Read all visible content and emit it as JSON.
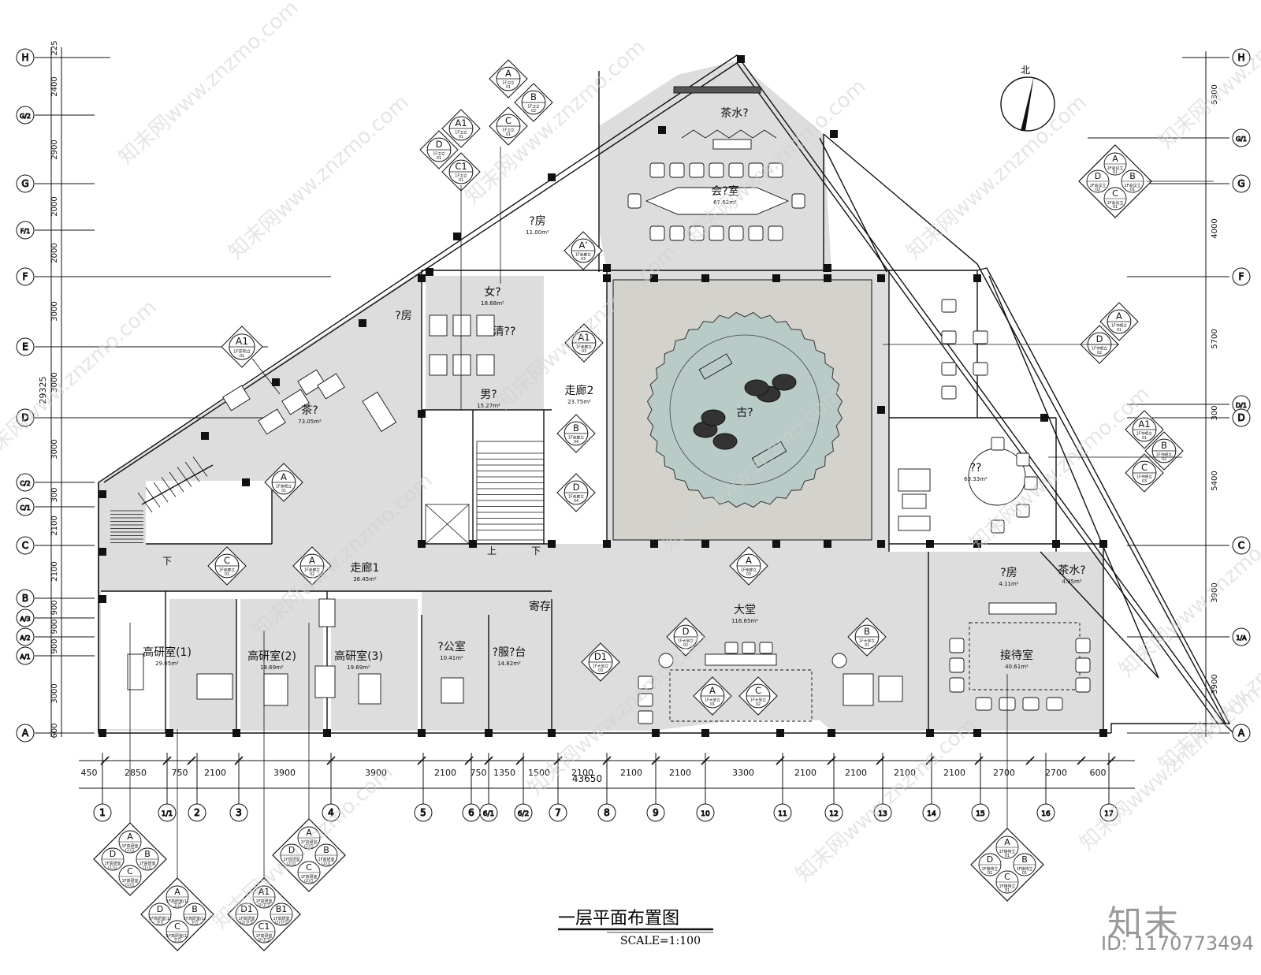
{
  "title": "一层平面布置图",
  "scale": "SCALE=1:100",
  "watermark": {
    "brand": "知末",
    "id": "ID: 1170773494",
    "site_text": "知末网www.znzmo.com"
  },
  "north_label": "北",
  "grid_rows": [
    "H",
    "G/2",
    "G",
    "F/1",
    "F",
    "E",
    "D",
    "C/2",
    "C/1",
    "C",
    "B",
    "A/3",
    "A/2",
    "A/1",
    "A"
  ],
  "grid_rows_right": [
    "H",
    "G/1",
    "G",
    "F",
    "D/1",
    "D",
    "C",
    "1/A",
    "A"
  ],
  "grid_cols": [
    "1",
    "1/1",
    "2",
    "3",
    "4",
    "5",
    "6",
    "6/1",
    "6/2",
    "7",
    "8",
    "9",
    "10",
    "11",
    "12",
    "13",
    "14",
    "15",
    "16",
    "17"
  ],
  "dims_left": [
    "225",
    "2400",
    "2900",
    "2000",
    "2000",
    "3000",
    "3000",
    "3000",
    "300",
    "2100",
    "2100",
    "900",
    "900",
    "900",
    "3000",
    "600"
  ],
  "dims_left_total": "29325",
  "dims_right": [
    "5300",
    "4000",
    "5700",
    "300",
    "5400",
    "3900",
    "3900"
  ],
  "dims_bottom": [
    "450",
    "2850",
    "750",
    "2100",
    "3900",
    "3900",
    "2100",
    "750",
    "1350",
    "1500",
    "2100",
    "2100",
    "2100",
    "3300",
    "2100",
    "2100",
    "2100",
    "2100",
    "2700",
    "2700",
    "600"
  ],
  "dims_bottom_total": "43650",
  "rooms": [
    {
      "name": "茶水?",
      "area": ""
    },
    {
      "name": "会?室",
      "area": "67.62m²"
    },
    {
      "name": "?房",
      "area": "11.00m²"
    },
    {
      "name": "女?",
      "area": "18.68m²"
    },
    {
      "name": "清??",
      "area": ""
    },
    {
      "name": "男?",
      "area": "15.27m²"
    },
    {
      "name": "走廊2",
      "area": "23.75m²"
    },
    {
      "name": "?房",
      "area": ""
    },
    {
      "name": "茶?",
      "area": "73.05m²"
    },
    {
      "name": "古?",
      "area": ""
    },
    {
      "name": "??",
      "area": "63.33m²"
    },
    {
      "name": "走廊1",
      "area": "36.45m²"
    },
    {
      "name": "大堂",
      "area": "116.65m²"
    },
    {
      "name": "高研室(1)",
      "area": "29.05m²"
    },
    {
      "name": "高研室(2)",
      "area": "19.69m²"
    },
    {
      "name": "高研室(3)",
      "area": "19.69m²"
    },
    {
      "name": "?公室",
      "area": "10.41m²"
    },
    {
      "name": "?服?台",
      "area": "14.82m²"
    },
    {
      "name": "寄存",
      "area": ""
    },
    {
      "name": "?房",
      "area": "4.11m²"
    },
    {
      "name": "茶水?",
      "area": "4.35m²"
    },
    {
      "name": "接待室",
      "area": "40.61m²"
    }
  ],
  "stair_labels": [
    "下",
    "上",
    "下"
  ],
  "markers": [
    {
      "t": "A",
      "l": "1F卫立",
      "n": "01"
    },
    {
      "t": "B",
      "l": "1F卫立",
      "n": "02"
    },
    {
      "t": "C",
      "l": "1F卫立",
      "n": "01"
    },
    {
      "t": "A1",
      "l": "1F卫立",
      "n": "01"
    },
    {
      "t": "D",
      "l": "1F卫立",
      "n": "01"
    },
    {
      "t": "C1",
      "l": "1F卫立",
      "n": "01"
    },
    {
      "t": "A",
      "l": "1F会议立",
      "n": "01"
    },
    {
      "t": "D",
      "l": "1F会议立",
      "n": "02"
    },
    {
      "t": "B",
      "l": "1F会议立",
      "n": "01"
    },
    {
      "t": "C",
      "l": "1F会议立",
      "n": "01"
    },
    {
      "t": "A'",
      "l": "1F走廊立",
      "n": "03"
    },
    {
      "t": "A1",
      "l": "1F茶吧立",
      "n": "01"
    },
    {
      "t": "A1",
      "l": "1F走廊立",
      "n": "03"
    },
    {
      "t": "B",
      "l": "1F走廊立",
      "n": "04"
    },
    {
      "t": "D",
      "l": "1F走廊立",
      "n": "04"
    },
    {
      "t": "A",
      "l": "1F茶吧立",
      "n": "01"
    },
    {
      "t": "A",
      "l": "1F书吧立",
      "n": "01"
    },
    {
      "t": "D",
      "l": "1F书吧立",
      "n": "02"
    },
    {
      "t": "A1",
      "l": "1F书吧立",
      "n": "01"
    },
    {
      "t": "B",
      "l": "1F书吧立",
      "n": "02"
    },
    {
      "t": "C",
      "l": "1F书吧立",
      "n": "03"
    },
    {
      "t": "C",
      "l": "1F走廊立",
      "n": "01"
    },
    {
      "t": "A",
      "l": "1F走廊立",
      "n": "02"
    },
    {
      "t": "A",
      "l": "1F走廊立",
      "n": "03"
    },
    {
      "t": "D",
      "l": "1F大堂立",
      "n": "02"
    },
    {
      "t": "B",
      "l": "1F大堂立",
      "n": "01"
    },
    {
      "t": "D1",
      "l": "1F大堂立",
      "n": "03"
    },
    {
      "t": "A",
      "l": "1F大堂立",
      "n": "01"
    },
    {
      "t": "C",
      "l": "1F大堂立",
      "n": "02"
    },
    {
      "t": "A",
      "l": "1F高研室",
      "n": "(1)立"
    },
    {
      "t": "D",
      "l": "1F高研室",
      "n": "(1)立"
    },
    {
      "t": "B",
      "l": "1F高研室",
      "n": "(1)立"
    },
    {
      "t": "C",
      "l": "1F高研室",
      "n": "(1)立"
    },
    {
      "t": "A",
      "l": "1F高研室(1)",
      "n": "卫立"
    },
    {
      "t": "D",
      "l": "1F高研室(1)",
      "n": "卫立"
    },
    {
      "t": "B",
      "l": "1F高研室(1)",
      "n": "卫立"
    },
    {
      "t": "C",
      "l": "1F高研室(1)",
      "n": "卫立"
    },
    {
      "t": "A",
      "l": "1F高研室",
      "n": "(2)立"
    },
    {
      "t": "D",
      "l": "1F高研室",
      "n": "(2)立"
    },
    {
      "t": "B",
      "l": "1F高研室",
      "n": "(2)立"
    },
    {
      "t": "C",
      "l": "1F高研室",
      "n": "(2)立"
    },
    {
      "t": "A1",
      "l": "1F高研室",
      "n": "(2)卫立"
    },
    {
      "t": "D1",
      "l": "1F高研室",
      "n": "(2)卫立"
    },
    {
      "t": "B1",
      "l": "1F高研室",
      "n": "(2)卫立"
    },
    {
      "t": "C1",
      "l": "1F高研室",
      "n": "(2)卫立"
    },
    {
      "t": "A",
      "l": "1F接待立",
      "n": "01"
    },
    {
      "t": "D",
      "l": "1F接待立",
      "n": "02"
    },
    {
      "t": "B",
      "l": "1F接待立",
      "n": "01"
    },
    {
      "t": "C",
      "l": "1F接待立",
      "n": "01"
    }
  ],
  "colors": {
    "line": "#111111",
    "floor": "#dddddd",
    "hall": "#d3d2cc",
    "rug": "#b8cbc6",
    "paper": "#ffffff",
    "watermark": "#c4c4c4"
  }
}
